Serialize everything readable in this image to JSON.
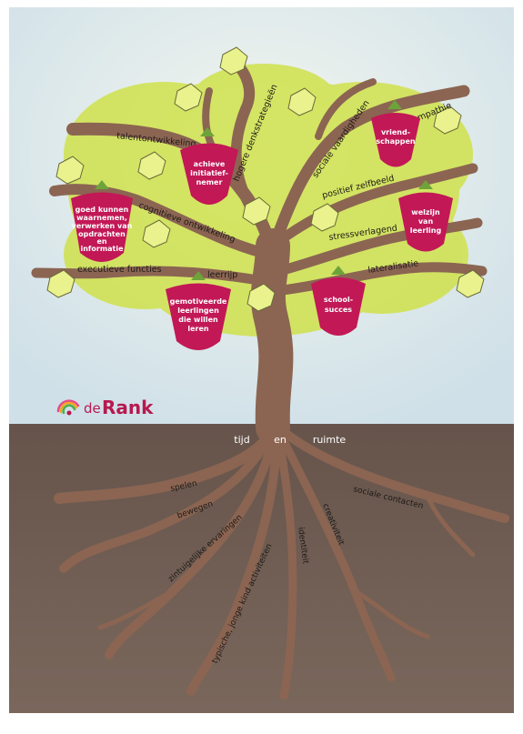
{
  "logo": {
    "prefix": "de",
    "name": "Rank",
    "brand_color": "#b7194f"
  },
  "colors": {
    "sky": "#dce9ee",
    "soil": "#6d5a50",
    "trunk": "#8b6552",
    "foliage": "#cfe14a",
    "grape": "#c21856",
    "leaf": "#e8f08a"
  },
  "branches": {
    "talentontwikkeling": "talentontwikkeling",
    "hogere_denkstrategieen": "hogere denkstrategieën",
    "sociale_vaardigheden": "sociale vaardigheden",
    "empathie": "empathie",
    "positief_zelfbeeld": "positief zelfbeeld",
    "cognitieve_ontwikkeling": "cognitieve ontwikkeling",
    "stressverlagend": "stressverlagend",
    "executieve_functies": "executieve functies",
    "leerrijp": "leerrijp",
    "lateralisatie": "lateralisatie"
  },
  "grapes": {
    "achieve": [
      "achieve",
      "initiatief-",
      "nemer"
    ],
    "vriendschappen": [
      "vriend-",
      "schappen"
    ],
    "goed_kunnen": [
      "goed kunnen",
      "waarnemen,",
      "verwerken van",
      "opdrachten",
      "en",
      "informatie"
    ],
    "welzijn": [
      "welzijn",
      "van",
      "leerling"
    ],
    "gemotiveerde": [
      "gemotiveerde",
      "leerlingen",
      "die willen",
      "leren"
    ],
    "schoolsucces": [
      "school-",
      "succes"
    ]
  },
  "soil_text": {
    "left": "tijd",
    "middle": "en",
    "right": "ruimte"
  },
  "roots": {
    "spelen": "spelen",
    "bewegen": "bewegen",
    "zintuigelijke": "zintuigelijke ervaringen",
    "typische": "typische, jonge kind activiteiten",
    "identiteit": "identiteit",
    "creativiteit": "creativiteit",
    "sociale_contacten": "sociale contacten"
  }
}
